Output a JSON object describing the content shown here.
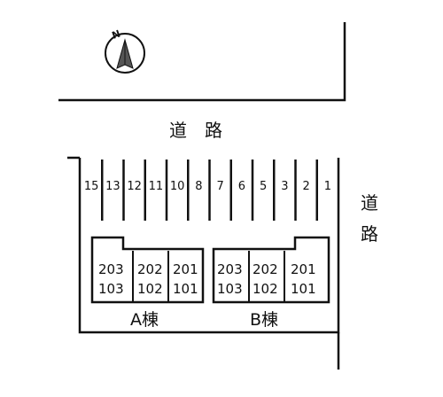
{
  "road_top": {
    "label": "道　路"
  },
  "road_right": {
    "chars": [
      "道",
      "路"
    ]
  },
  "compass": {
    "letter": "N"
  },
  "parking": {
    "slots": [
      "15",
      "13",
      "12",
      "11",
      "10",
      "8",
      "7",
      "6",
      "5",
      "3",
      "2",
      "1"
    ]
  },
  "buildings": [
    {
      "name": "A棟",
      "units": [
        {
          "upper": "203",
          "lower": "103"
        },
        {
          "upper": "202",
          "lower": "102"
        },
        {
          "upper": "201",
          "lower": "101"
        }
      ]
    },
    {
      "name": "B棟",
      "units": [
        {
          "upper": "203",
          "lower": "103"
        },
        {
          "upper": "202",
          "lower": "102"
        },
        {
          "upper": "201",
          "lower": "101"
        }
      ]
    }
  ],
  "colors": {
    "ink": "#111111",
    "background": "#ffffff"
  }
}
